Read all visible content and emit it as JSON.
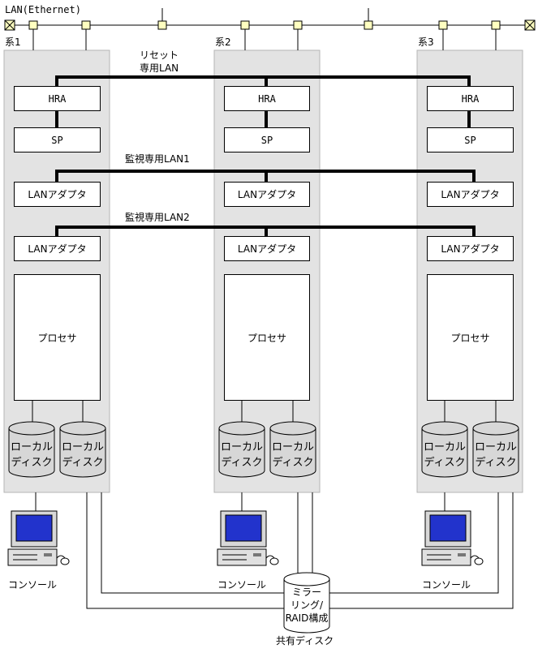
{
  "lan_label": "LAN(Ethernet)",
  "reset_lan_label_line1": "リセット",
  "reset_lan_label_line2": "専用LAN",
  "monitor_lan1_label": "監視専用LAN1",
  "monitor_lan2_label": "監視専用LAN2",
  "systems": [
    {
      "name": "系1",
      "hra": "HRA",
      "sp": "SP",
      "lan_adapter_1": "LANアダプタ",
      "lan_adapter_2": "LANアダプタ",
      "processor": "プロセサ",
      "disk_a_line1": "ローカル",
      "disk_a_line2": "ディスク",
      "disk_b_line1": "ローカル",
      "disk_b_line2": "ディスク",
      "console": "コンソール"
    },
    {
      "name": "系2",
      "hra": "HRA",
      "sp": "SP",
      "lan_adapter_1": "LANアダプタ",
      "lan_adapter_2": "LANアダプタ",
      "processor": "プロセサ",
      "disk_a_line1": "ローカル",
      "disk_a_line2": "ディスク",
      "disk_b_line1": "ローカル",
      "disk_b_line2": "ディスク",
      "console": "コンソール"
    },
    {
      "name": "系3",
      "hra": "HRA",
      "sp": "SP",
      "lan_adapter_1": "LANアダプタ",
      "lan_adapter_2": "LANアダプタ",
      "processor": "プロセサ",
      "disk_a_line1": "ローカル",
      "disk_a_line2": "ディスク",
      "disk_b_line1": "ローカル",
      "disk_b_line2": "ディスク",
      "console": "コンソール"
    }
  ],
  "shared_disk": {
    "line1": "ミラー",
    "line2": "リング/",
    "line3": "RAID構成",
    "caption": "共有ディスク"
  },
  "colors": {
    "system_fill": "#e3e3e3",
    "monitor_screen": "#2233cc",
    "node_fill": "#ffffc0"
  }
}
